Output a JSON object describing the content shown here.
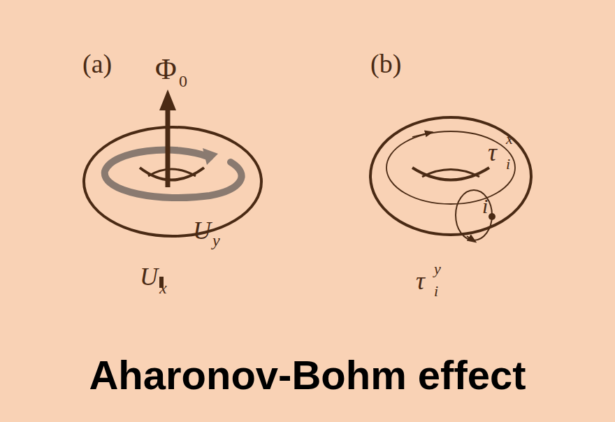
{
  "diagram": {
    "title": "Aharonov-Bohm effect",
    "labels": [
      "(a)",
      "Φ",
      "0",
      "U",
      "y",
      "U",
      "x",
      "(b)",
      "τ",
      "x",
      "i",
      "i",
      "τ",
      "y",
      "i"
    ]
  }
}
